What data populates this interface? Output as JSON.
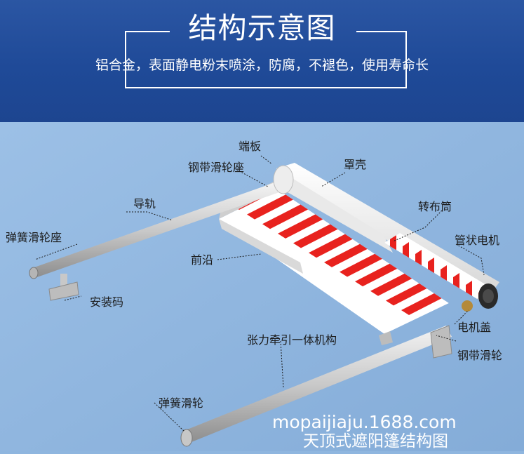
{
  "header": {
    "title": "结构示意图",
    "subtitle": "铝合金，表面静电粉末喷涂，防腐，不褪色，使用寿命长"
  },
  "labels": {
    "end_plate": "端板",
    "belt_pulley_seat": "钢带滑轮座",
    "cover": "罩壳",
    "guide_rail": "导轨",
    "fabric_tube": "转布筒",
    "spring_pulley_seat": "弹簧滑轮座",
    "tubular_motor": "管状电机",
    "front_edge": "前沿",
    "mount_block": "安装码",
    "motor_cap": "电机盖",
    "tension_mechanism": "张力牵引一体机构",
    "belt_pulley": "钢带滑轮",
    "spring_pulley": "弹簧滑轮"
  },
  "watermark": {
    "site": "mopaijiaju.1688.com",
    "caption": "天顶式遮阳篷结构图"
  },
  "colors": {
    "header_bg": "#1f4a98",
    "scene_bg": "#8fb6df",
    "stripe_red": "#e8221e",
    "stripe_white": "#ffffff"
  }
}
